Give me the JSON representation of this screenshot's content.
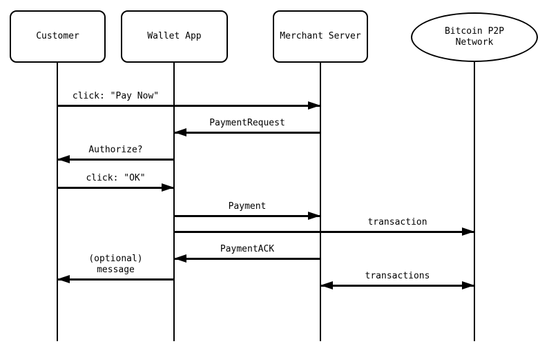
{
  "diagram": {
    "kind": "sequence-diagram",
    "colors": {
      "line": "#000000",
      "background": "#ffffff",
      "text": "#000000"
    },
    "participants": [
      {
        "id": "customer",
        "label": "Customer",
        "shape": "rounded-rect"
      },
      {
        "id": "wallet",
        "label": "Wallet App",
        "shape": "rounded-rect"
      },
      {
        "id": "merchant",
        "label": "Merchant Server",
        "shape": "rounded-rect"
      },
      {
        "id": "network",
        "label": "Bitcoin P2P\nNetwork",
        "shape": "ellipse"
      }
    ],
    "messages": [
      {
        "label": "click: \"Pay Now\"",
        "from": "Customer",
        "to": "Merchant Server",
        "arrow": "right"
      },
      {
        "label": "PaymentRequest",
        "from": "Merchant Server",
        "to": "Wallet App",
        "arrow": "left"
      },
      {
        "label": "Authorize?",
        "from": "Wallet App",
        "to": "Customer",
        "arrow": "left"
      },
      {
        "label": "click: \"OK\"",
        "from": "Customer",
        "to": "Wallet App",
        "arrow": "right"
      },
      {
        "label": "Payment",
        "from": "Wallet App",
        "to": "Merchant Server",
        "arrow": "right"
      },
      {
        "label": "transaction",
        "from": "Wallet App",
        "to": "Bitcoin P2P Network",
        "arrow": "right"
      },
      {
        "label": "PaymentACK",
        "from": "Merchant Server",
        "to": "Wallet App",
        "arrow": "left"
      },
      {
        "label": "(optional)\nmessage",
        "from": "Wallet App",
        "to": "Customer",
        "arrow": "left"
      },
      {
        "label": "transactions",
        "from": "Merchant Server",
        "to": "Bitcoin P2P Network",
        "arrow": "both"
      }
    ]
  }
}
